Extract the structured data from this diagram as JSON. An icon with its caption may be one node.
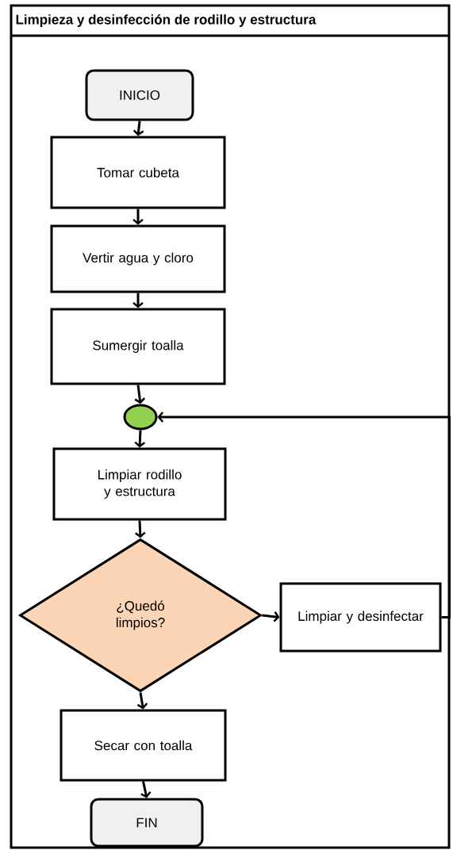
{
  "diagram": {
    "title": "Limpieza y desinfección de rodillo y estructura",
    "nodes": [
      {
        "text": [
          "INICIO"
        ]
      },
      {
        "text": [
          "Tomar cubeta"
        ]
      },
      {
        "text": [
          "Vertir agua y cloro"
        ]
      },
      {
        "text": [
          "Sumergir toalla"
        ]
      },
      {
        "text": [],
        "shape": "circle"
      },
      {
        "text": [
          "Limpiar rodillo y estructura"
        ]
      },
      {
        "text": [
          "¿Quedó limpios?"
        ]
      },
      {
        "text": [
          "Limpiar y desinfectar"
        ]
      },
      {
        "text": [
          "Secar con toalla"
        ]
      },
      {
        "text": [
          "FIN"
        ]
      }
    ],
    "edges": [
      {
        "from": 0,
        "to": 1,
        "arrow": "to"
      },
      {
        "from": 1,
        "to": 2,
        "arrow": "to"
      },
      {
        "from": 2,
        "to": 3,
        "arrow": "to"
      },
      {
        "from": 3,
        "to": 4,
        "arrow": "to"
      },
      {
        "from": 4,
        "to": 5,
        "arrow": "to"
      },
      {
        "from": 5,
        "to": 6,
        "arrow": "to"
      },
      {
        "from": 6,
        "to": 7,
        "arrow": "to"
      },
      {
        "from": 7,
        "to": 4,
        "arrow": "to"
      },
      {
        "from": 6,
        "to": 8,
        "arrow": "to"
      },
      {
        "from": 8,
        "to": 9,
        "arrow": "to"
      }
    ]
  }
}
